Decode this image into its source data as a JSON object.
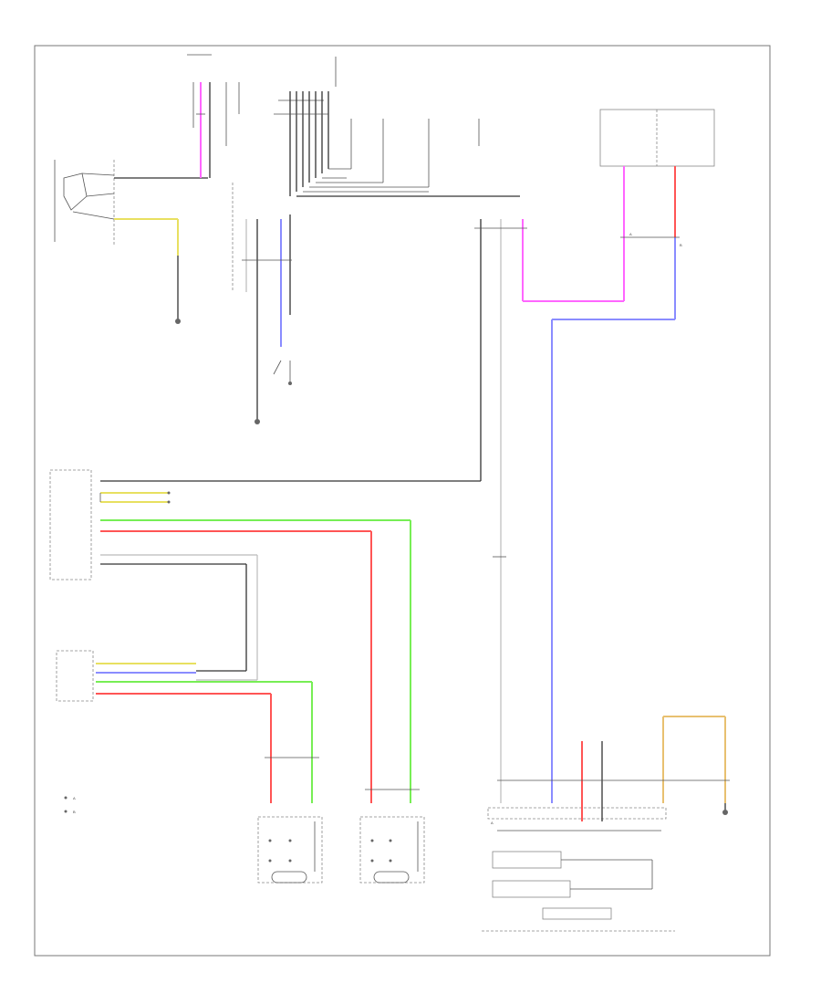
{
  "colors": {
    "frame": "#777777",
    "black_wire": "#333333",
    "gray_wire": "#bbbbbb",
    "blue_wire": "#8a8cff",
    "pink_wire": "#ff66ff",
    "red_wire": "#ff5555",
    "green_wire": "#77ee55",
    "yellow_wire": "#e8e060",
    "orange_wire": "#e8c070"
  },
  "note_lines": [
    "A",
    "B"
  ],
  "terminal_labels": {
    "a1": "A",
    "b1": "B",
    "a2": "A"
  }
}
